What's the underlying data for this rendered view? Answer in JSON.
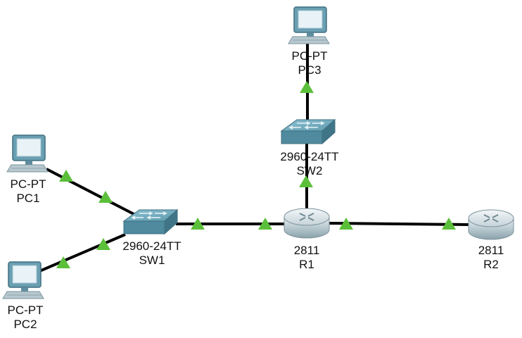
{
  "devices": {
    "pc1": {
      "model": "PC-PT",
      "name": "PC1"
    },
    "pc2": {
      "model": "PC-PT",
      "name": "PC2"
    },
    "pc3": {
      "model": "PC-PT",
      "name": "PC3"
    },
    "sw1": {
      "model": "2960-24TT",
      "name": "SW1"
    },
    "sw2": {
      "model": "2960-24TT",
      "name": "SW2"
    },
    "r1": {
      "model": "2811",
      "name": "R1"
    },
    "r2": {
      "model": "2811",
      "name": "R2"
    }
  },
  "links": [
    {
      "from": "PC1",
      "to": "SW1",
      "status": "up"
    },
    {
      "from": "PC2",
      "to": "SW1",
      "status": "up"
    },
    {
      "from": "SW1",
      "to": "R1",
      "status": "up"
    },
    {
      "from": "R1",
      "to": "SW2",
      "status": "up"
    },
    {
      "from": "SW2",
      "to": "PC3",
      "status": "up"
    },
    {
      "from": "R1",
      "to": "R2",
      "status": "up"
    }
  ],
  "colors": {
    "link": "#000000",
    "link_up": "#5bbf3a",
    "device_blue": "#5f98ad",
    "router_silver": "#c8d4da"
  }
}
